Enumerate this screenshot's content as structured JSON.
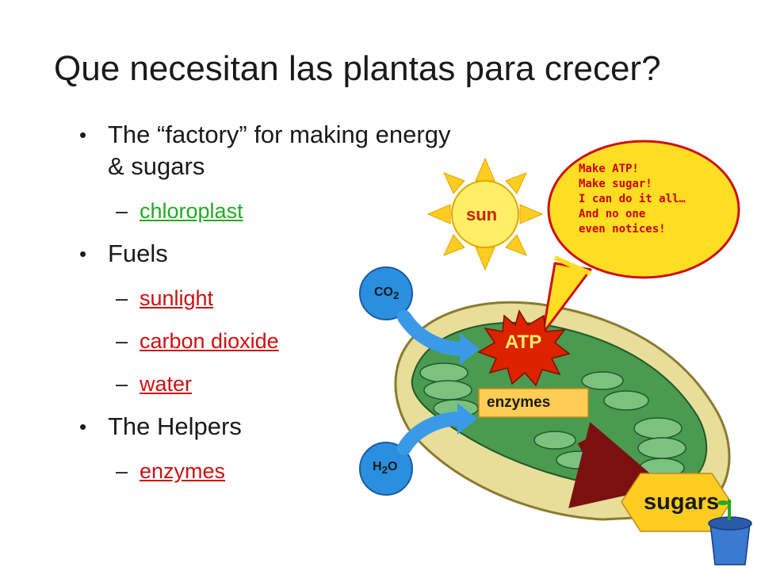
{
  "title": "Que necesitan las plantas para crecer?",
  "bullets": {
    "factory": {
      "label": "The “factory” for making energy & sugars",
      "answer": "chloroplast"
    },
    "fuels": {
      "label": "Fuels",
      "items": [
        "sunlight",
        "carbon dioxide",
        "water"
      ]
    },
    "helpers": {
      "label": "The Helpers",
      "answer": "enzymes"
    },
    "bullet_glyph": "•",
    "dash_glyph": "–"
  },
  "diagram": {
    "sun_label": "sun",
    "speech_lines": [
      "Make ATP!",
      "Make sugar!",
      "I can do it all…",
      "And no one",
      "even notices!"
    ],
    "co2_label": "CO",
    "co2_sub": "2",
    "h2o_label_h": "H",
    "h2o_sub": "2",
    "h2o_label_o": "O",
    "atp_label": "ATP",
    "enzymes_label": "enzymes",
    "sugars_label": "sugars",
    "colors": {
      "sun_fill": "#ffee66",
      "sun_rays": "#ffcc22",
      "bubble_fill": "#ffdd22",
      "bubble_stroke": "#cc1111",
      "circle_fill": "#2b8fe0",
      "atp_fill": "#dd2200",
      "hexagon_fill": "#ffcc22",
      "chloroplast_fill": "#e8dd99",
      "stroma_green": "#2e8a3a",
      "dark_red_arrow": "#7a1010"
    },
    "icons": [
      "sun-icon",
      "speech-bubble-icon",
      "chloroplast-icon",
      "atp-burst-icon",
      "blue-arrow-icon",
      "sugar-hexagon-icon",
      "blue-pot-icon"
    ]
  }
}
